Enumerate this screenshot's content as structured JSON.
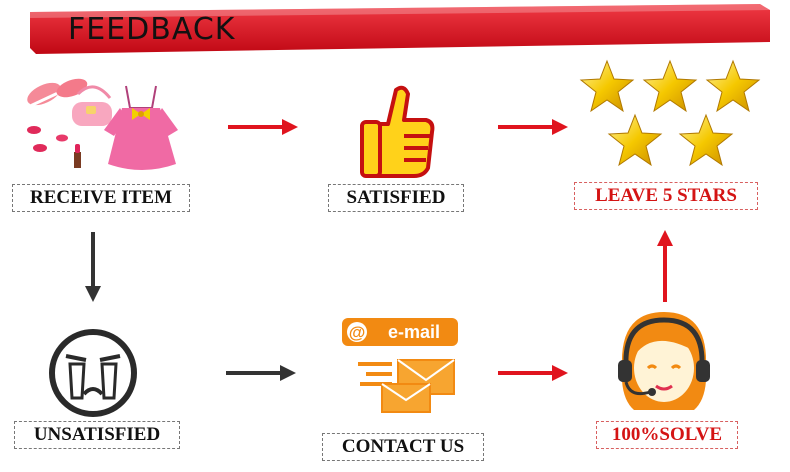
{
  "header": {
    "title": "FEEDBACK"
  },
  "steps": {
    "receive": {
      "label": "RECEIVE ITEM",
      "icon": "clothes-icon"
    },
    "satisfied": {
      "label": "SATISFIED",
      "icon": "thumbs-up-icon"
    },
    "stars": {
      "label": "LEAVE 5 STARS",
      "icon": "five-stars-icon"
    },
    "unsatisfied": {
      "label": "UNSATISFIED",
      "icon": "crying-face-icon"
    },
    "contact": {
      "label": "CONTACT US",
      "icon": "email-icon",
      "email_text": "e-mail"
    },
    "solve": {
      "label": "100%SOLVE",
      "icon": "support-agent-icon"
    }
  },
  "colors": {
    "red": "#e0141e",
    "dark": "#333333",
    "gold": "#f2c600",
    "orange": "#f28a12",
    "pink": "#f06aa4"
  }
}
